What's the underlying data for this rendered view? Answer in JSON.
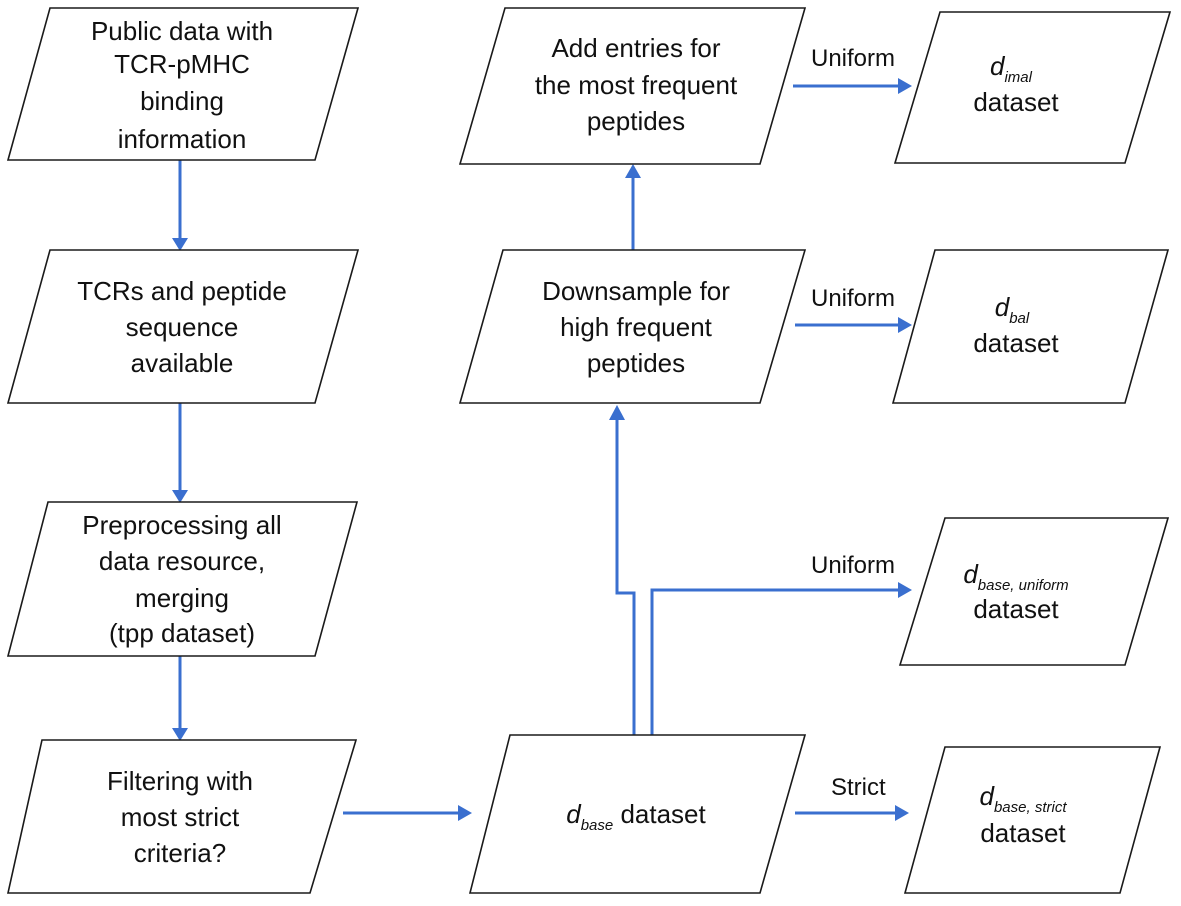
{
  "nodes": {
    "public_data": {
      "lines": [
        "Public data with",
        "TCR-pMHC",
        "binding",
        "information"
      ]
    },
    "tcrs_available": {
      "lines": [
        "TCRs and peptide",
        "sequence",
        "available"
      ]
    },
    "preprocessing": {
      "lines": [
        "Preprocessing all",
        "data resource,",
        "merging",
        "(tpp dataset)"
      ]
    },
    "filtering": {
      "lines": [
        "Filtering with",
        "most strict",
        "criteria?"
      ]
    },
    "d_base": {
      "main": "d",
      "sub": "base",
      "suffix": " dataset"
    },
    "downsample": {
      "lines": [
        "Downsample for",
        "high frequent",
        "peptides"
      ]
    },
    "add_entries": {
      "lines": [
        "Add entries for",
        "the most frequent",
        "peptides"
      ]
    },
    "d_imal": {
      "main": "d",
      "sub": "imal",
      "line2": "dataset"
    },
    "d_bal": {
      "main": "d",
      "sub": "bal",
      "line2": "dataset"
    },
    "d_base_uniform": {
      "main": "d",
      "sub": "base, uniform",
      "line2": "dataset"
    },
    "d_base_strict": {
      "main": "d",
      "sub": "base, strict",
      "line2": "dataset"
    }
  },
  "edge_labels": {
    "imal": "Uniform",
    "bal": "Uniform",
    "base_uniform": "Uniform",
    "base_strict": "Strict"
  }
}
